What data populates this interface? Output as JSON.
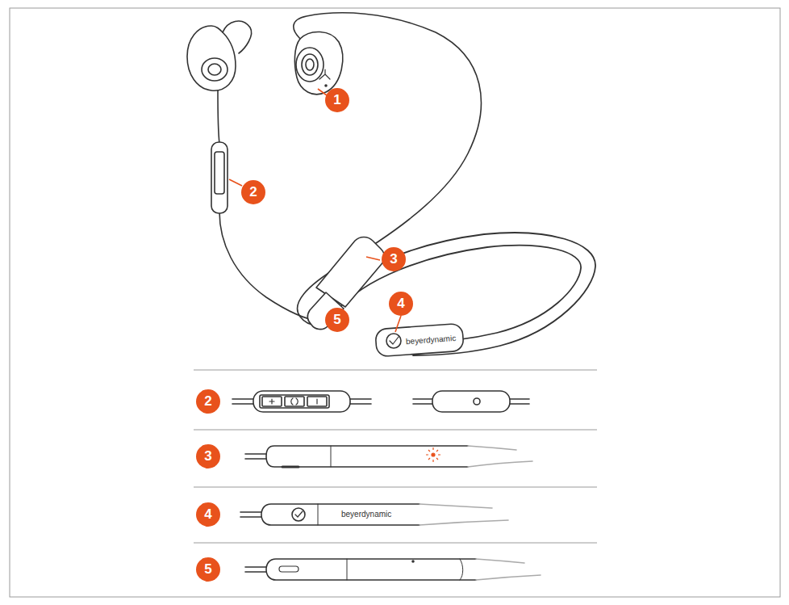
{
  "diagram": {
    "labels": [
      "1",
      "2",
      "3",
      "4",
      "5",
      "beyerdynamic",
      "2",
      "3",
      "4",
      "5",
      "beyerdynamic"
    ]
  }
}
